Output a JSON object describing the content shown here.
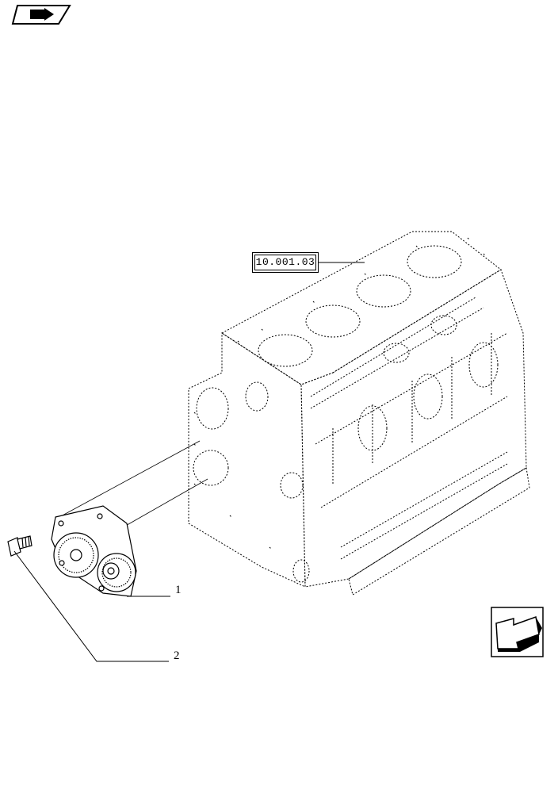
{
  "reference_box": {
    "label": "10.001.03"
  },
  "callouts": [
    {
      "number": "1",
      "part": "oil-pump"
    },
    {
      "number": "2",
      "part": "bolt"
    }
  ],
  "icons": {
    "top_left": "back-navigation-icon",
    "bottom_right": "next-page-arrow-icon"
  },
  "colors": {
    "line": "#000000",
    "background": "#ffffff"
  }
}
